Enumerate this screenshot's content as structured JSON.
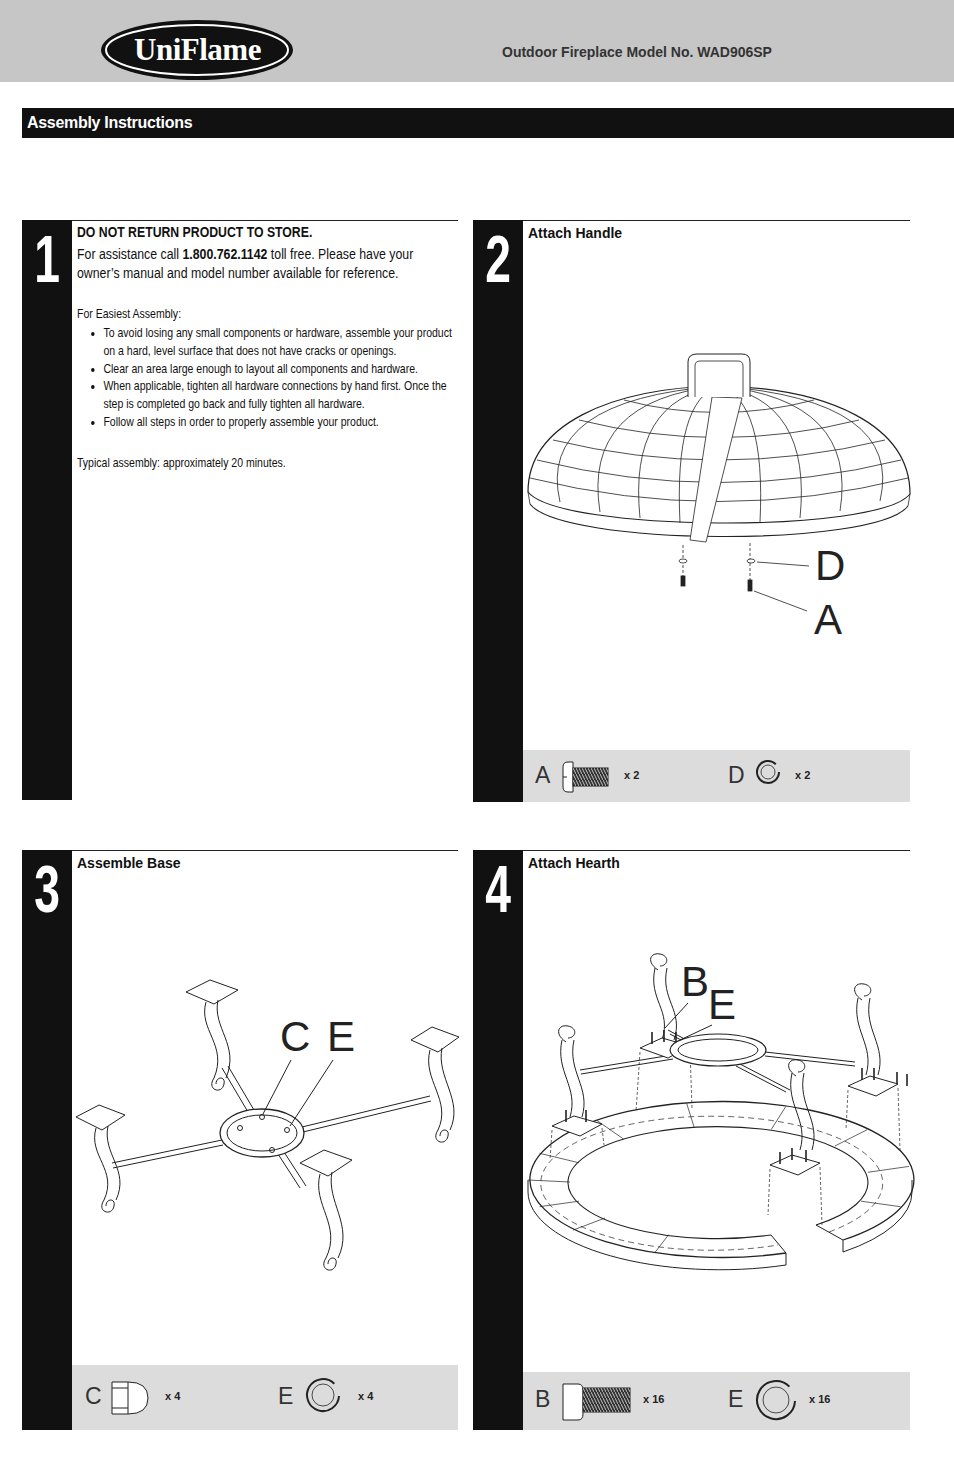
{
  "diagram": {
    "nodes": [
      {
        "text": [
          "UniFlame",
          "Outdoor Fireplace Model No. WAD906SP"
        ]
      },
      {
        "text": [
          "Assembly Instructions"
        ]
      },
      {
        "text": [
          "1",
          "DO NOT RETURN PRODUCT TO STORE.",
          "For assistance call",
          "1.800.762.1142",
          "toll free. Please have your owner’s manual and model number available for reference.",
          "For Easiest Assembly:",
          "To avoid losing any small components or hardware, assemble your product on a hard, level surface that does not have cracks or openings.",
          "Clear an area large enough to layout all components and hardware.",
          "When applicable, tighten all hardware connections by hand first. Once the step is completed go back and fully tighten all hardware.",
          "Follow all steps in order to properly assemble your product.",
          "Typical assembly: approximately 20 minutes."
        ]
      },
      {
        "text": [
          "2",
          "Attach Handle"
        ]
      },
      {
        "text": [
          "A",
          "x 2",
          "D",
          "x 2"
        ],
        "in": 3
      },
      {
        "text": [
          "3",
          "Assemble Base"
        ]
      },
      {
        "text": [
          "C",
          "x 4",
          "E",
          "x 4"
        ],
        "in": 5
      },
      {
        "text": [
          "4",
          "Attach Hearth"
        ]
      },
      {
        "text": [
          "B",
          "x 16",
          "E",
          "x 16"
        ],
        "in": 7
      }
    ],
    "labels": [
      "D",
      "A",
      "C",
      "E",
      "B",
      "E"
    ]
  }
}
